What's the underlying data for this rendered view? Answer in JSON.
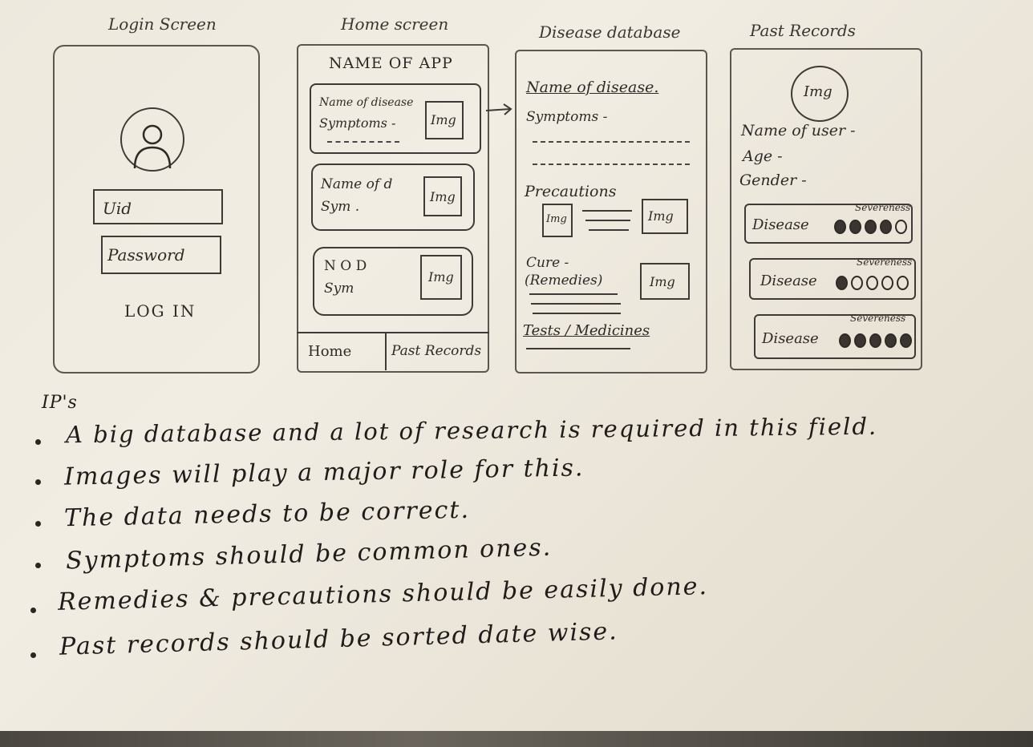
{
  "titles": {
    "login": "Login Screen",
    "home": "Home screen",
    "disease_db": "Disease database",
    "past_records": "Past Records"
  },
  "login": {
    "uid_placeholder": "Uid",
    "password_placeholder": "Password",
    "login_button": "LOG IN"
  },
  "home": {
    "app_name": "NAME OF APP",
    "cards": [
      {
        "line1": "Name of disease",
        "line2": "Symptoms -",
        "img": "Img"
      },
      {
        "line1": "Name of d",
        "line2": "Sym .",
        "img": "Img"
      },
      {
        "line1": "N O D",
        "line2": "Sym",
        "img": "Img"
      }
    ],
    "nav_home": "Home",
    "nav_past": "Past Records"
  },
  "disease_db": {
    "name": "Name of disease.",
    "symptoms": "Symptoms -",
    "precautions": "Precautions",
    "cure": "Cure -",
    "remedies": "(Remedies)",
    "tests": "Tests / Medicines",
    "img": "Img"
  },
  "past_records": {
    "avatar_img": "Img",
    "name_of_user": "Name of user -",
    "age": "Age -",
    "gender": "Gender -",
    "records": [
      {
        "label": "Disease",
        "severity_label": "Severeness",
        "filled": 4
      },
      {
        "label": "Disease",
        "severity_label": "Severeness",
        "filled": 1
      },
      {
        "label": "Disease",
        "severity_label": "Severeness",
        "filled": 5
      }
    ]
  },
  "notes": {
    "heading": "IP's",
    "items": [
      "A big database and a lot of research is required in this field.",
      "Images will play a major role for this.",
      "The data needs to be correct.",
      "Symptoms should be common ones.",
      "Remedies & precautions should be easily done.",
      "Past records should be sorted date wise."
    ]
  }
}
